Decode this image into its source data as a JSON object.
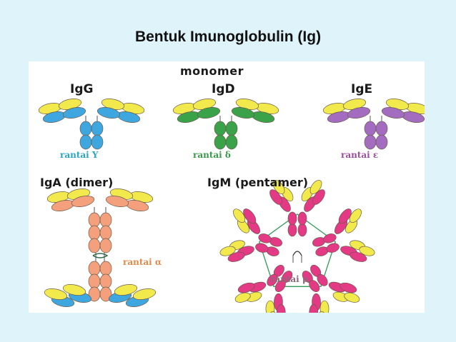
{
  "slide": {
    "title": "Bentuk Imunoglobulin (Ig)"
  },
  "diagram": {
    "heading": "monomer",
    "igg": {
      "label": "IgG",
      "chain": "rantai Υ"
    },
    "igd": {
      "label": "IgD",
      "chain": "rantai δ"
    },
    "ige": {
      "label": "IgE",
      "chain": "rantai ε"
    },
    "iga": {
      "label": "IgA (dimer)",
      "chain": "rantai α"
    },
    "igm": {
      "label": "IgM (pentamer)",
      "chain": "rantai μ"
    }
  },
  "colors": {
    "light_chain": "#f2ea4c",
    "igg_heavy": "#3fa7e0",
    "igd_heavy": "#3aa34a",
    "ige_heavy": "#a36cc0",
    "iga_heavy": "#f4a07c",
    "igm_heavy": "#e43a86",
    "linker": "#2f9a5a"
  }
}
